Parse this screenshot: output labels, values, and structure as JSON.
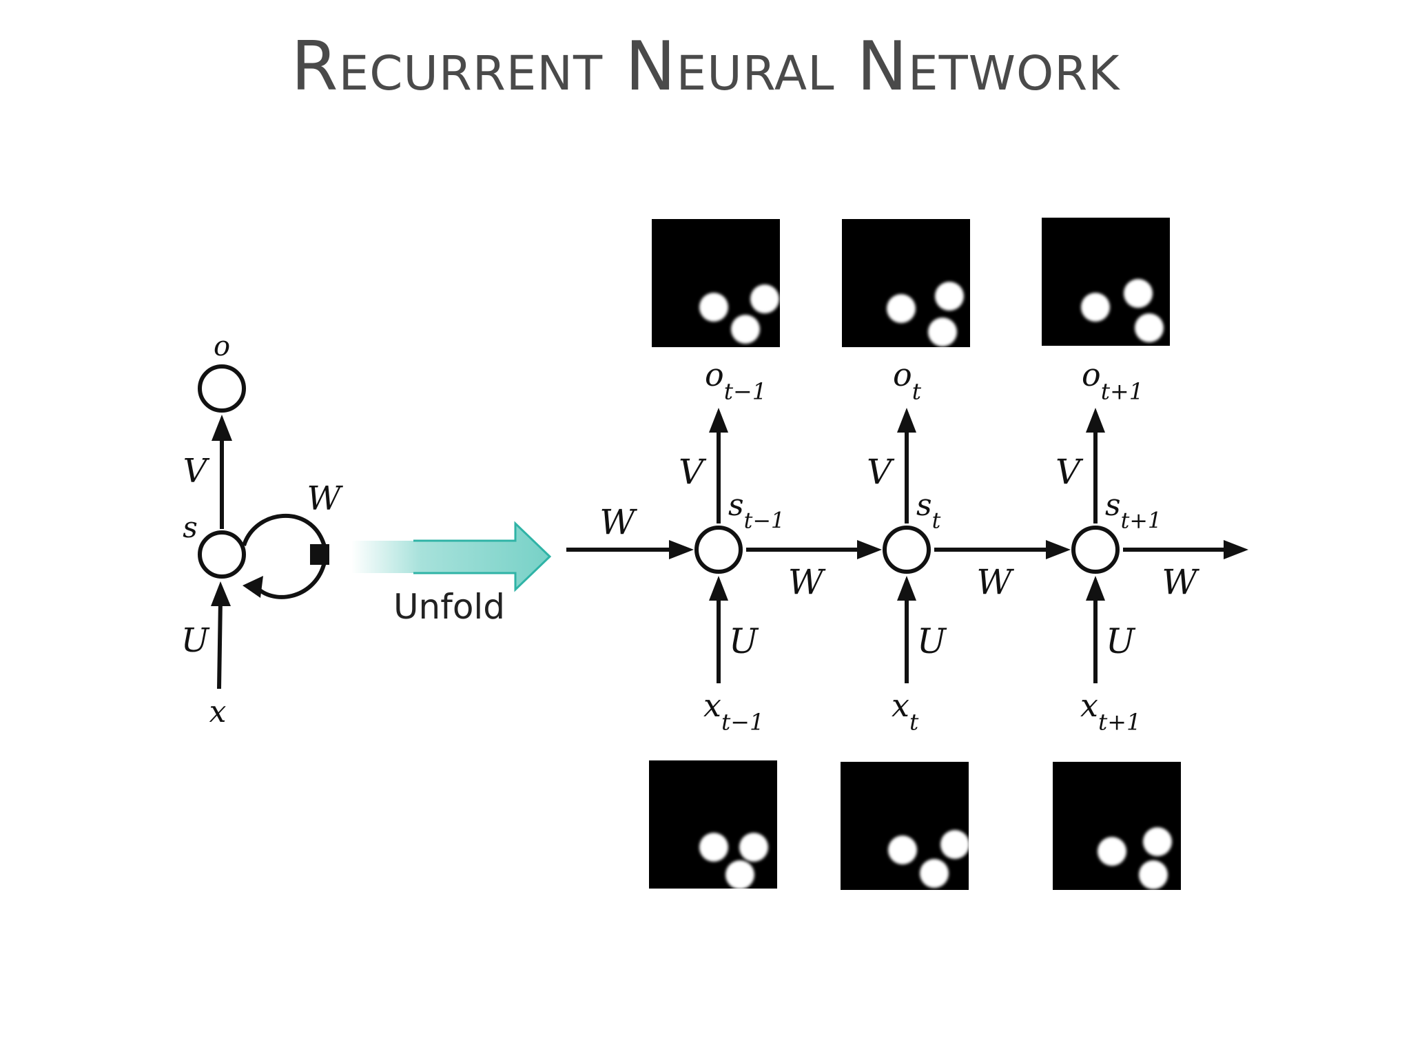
{
  "title": "Recurrent Neural Network",
  "folded": {
    "output": "o",
    "state": "s",
    "input": "x",
    "input_weight": "U",
    "output_weight": "V",
    "recurrent_weight": "W"
  },
  "unfold_label": "Unfold",
  "weights": {
    "input": "U",
    "output": "V",
    "recurrent": "W"
  },
  "steps": [
    {
      "output": "o",
      "output_sub": "t−1",
      "state": "s",
      "state_sub": "t−1",
      "input": "x",
      "input_sub": "t−1"
    },
    {
      "output": "o",
      "output_sub": "t",
      "state": "s",
      "state_sub": "t",
      "input": "x",
      "input_sub": "t"
    },
    {
      "output": "o",
      "output_sub": "t+1",
      "state": "s",
      "state_sub": "t+1",
      "input": "x",
      "input_sub": "t+1"
    }
  ],
  "colors": {
    "arrow_accent": "#5fc9bd",
    "ink": "#111111",
    "title": "#4a4a4a"
  }
}
